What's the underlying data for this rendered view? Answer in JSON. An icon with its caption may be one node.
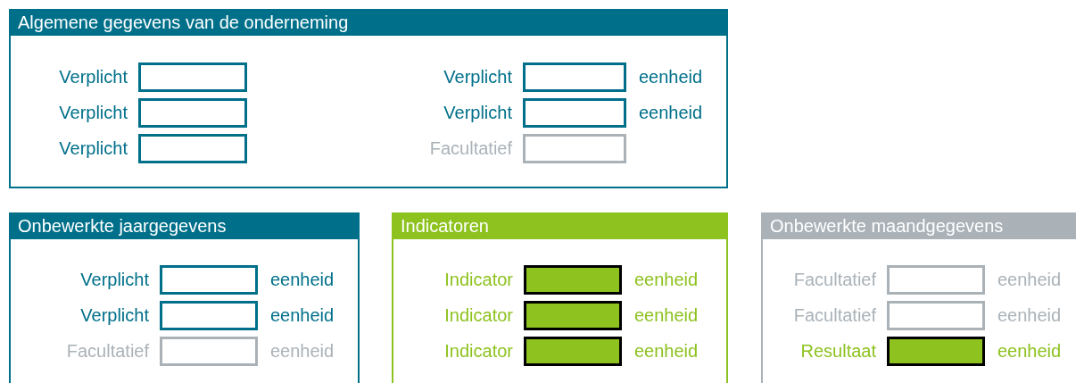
{
  "diagram": {
    "nodes": [
      {
        "text": [
          "Algemene gegevens van de onderneming"
        ]
      },
      {
        "text": [],
        "shape": "box",
        "in": 0,
        "beside": [
          "Verplicht"
        ]
      },
      {
        "text": [],
        "shape": "box",
        "in": 0,
        "beside": [
          "Verplicht",
          "eenheid"
        ]
      },
      {
        "text": [],
        "shape": "box",
        "in": 0,
        "beside": [
          "Verplicht"
        ]
      },
      {
        "text": [],
        "shape": "box",
        "in": 0,
        "beside": [
          "Verplicht",
          "eenheid"
        ]
      },
      {
        "text": [],
        "shape": "box",
        "in": 0,
        "beside": [
          "Verplicht"
        ]
      },
      {
        "text": [],
        "shape": "box",
        "in": 0,
        "beside": [
          "Facultatief"
        ]
      },
      {
        "text": [
          "Onbewerkte jaargegevens"
        ]
      },
      {
        "text": [],
        "shape": "box",
        "in": 7,
        "beside": [
          "Verplicht",
          "eenheid"
        ]
      },
      {
        "text": [],
        "shape": "box",
        "in": 7,
        "beside": [
          "Verplicht",
          "eenheid"
        ]
      },
      {
        "text": [],
        "shape": "box",
        "in": 7,
        "beside": [
          "Facultatief",
          "eenheid"
        ]
      },
      {
        "text": [
          "Indicatoren"
        ]
      },
      {
        "text": [],
        "shape": "box",
        "in": 11,
        "beside": [
          "Indicator",
          "eenheid"
        ]
      },
      {
        "text": [],
        "shape": "box",
        "in": 11,
        "beside": [
          "Indicator",
          "eenheid"
        ]
      },
      {
        "text": [],
        "shape": "box",
        "in": 11,
        "beside": [
          "Indicator",
          "eenheid"
        ]
      },
      {
        "text": [
          "Onbewerkte maandgegevens"
        ]
      },
      {
        "text": [],
        "shape": "box",
        "in": 15,
        "beside": [
          "Facultatief",
          "eenheid"
        ]
      },
      {
        "text": [],
        "shape": "box",
        "in": 15,
        "beside": [
          "Facultatief",
          "eenheid"
        ]
      },
      {
        "text": [],
        "shape": "box",
        "in": 15,
        "beside": [
          "Resultaat",
          "eenheid"
        ]
      }
    ]
  }
}
